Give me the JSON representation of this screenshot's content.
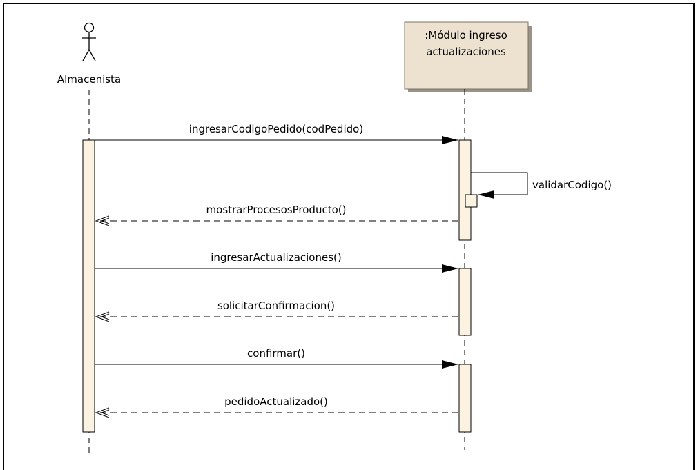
{
  "colors": {
    "background": "#ffffff",
    "frame": "#000000",
    "lifeline": "#000000",
    "activation_fill": "#fbf2e1",
    "object_box_fill": "#ece2cf",
    "object_box_shadow": "#9a9388",
    "line": "#000000"
  },
  "actor": {
    "name": "Almacenista",
    "icon": "stick-figure-icon"
  },
  "object": {
    "name_line1": ":Módulo ingreso",
    "name_line2": "actualizaciones"
  },
  "messages": [
    {
      "label": "ingresarCodigoPedido(codPedido)",
      "kind": "sync",
      "direction": "actor-to-object"
    },
    {
      "label": "validarCodigo()",
      "kind": "self",
      "direction": "object-to-object"
    },
    {
      "label": "mostrarProcesosProducto()",
      "kind": "return",
      "direction": "object-to-actor"
    },
    {
      "label": "ingresarActualizaciones()",
      "kind": "sync",
      "direction": "actor-to-object"
    },
    {
      "label": "solicitarConfirmacion()",
      "kind": "return",
      "direction": "object-to-actor"
    },
    {
      "label": "confirmar()",
      "kind": "sync",
      "direction": "actor-to-object"
    },
    {
      "label": "pedidoActualizado()",
      "kind": "return",
      "direction": "object-to-actor"
    }
  ]
}
